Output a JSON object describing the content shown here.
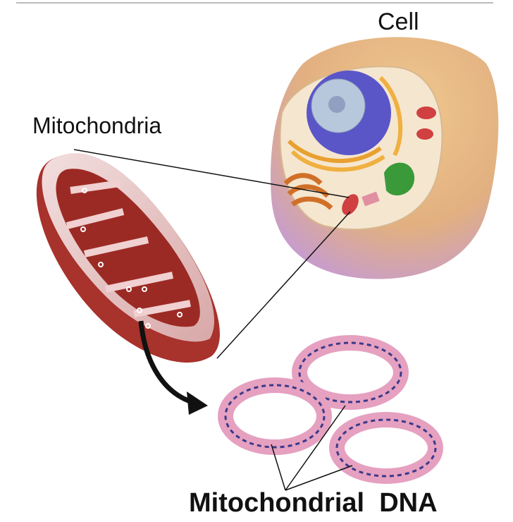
{
  "labels": {
    "cell": "Cell",
    "mitochondria": "Mitochondria",
    "mitochondrial_dna": "Mitochondrial  DNA"
  },
  "colors": {
    "cell_body": "#e8b77a",
    "cell_lower": "#c9a0d8",
    "nucleus": "#5a56c8",
    "mitochondrion": "#a8322c",
    "dna_ring": "#e6a0c0",
    "dna_strand": "#3a3a8a"
  }
}
